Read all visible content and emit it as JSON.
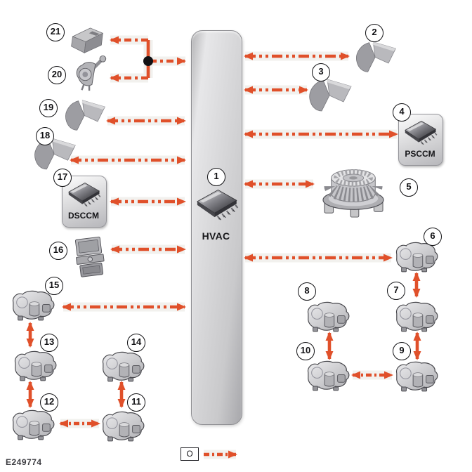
{
  "figure": {
    "code": "E249774"
  },
  "colors": {
    "arrow": "#e0502a",
    "bus_fill": "#d8d8da",
    "bus_border": "#8e8e92"
  },
  "bus": {
    "number": "1",
    "label": "HVAC",
    "icon": "microchip-icon"
  },
  "nodes": [
    {
      "number": "1",
      "label": "HVAC",
      "icon": "microchip-icon"
    },
    {
      "number": "2",
      "icon": "air-flap-icon"
    },
    {
      "number": "3",
      "icon": "air-flap-icon"
    },
    {
      "number": "4",
      "label": "PSCCM",
      "icon": "microchip-icon"
    },
    {
      "number": "5",
      "icon": "blower-motor-icon"
    },
    {
      "number": "6",
      "icon": "actuator-motor-icon"
    },
    {
      "number": "7",
      "icon": "actuator-motor-icon"
    },
    {
      "number": "8",
      "icon": "actuator-motor-icon"
    },
    {
      "number": "9",
      "icon": "actuator-motor-icon"
    },
    {
      "number": "10",
      "icon": "actuator-motor-icon"
    },
    {
      "number": "11",
      "icon": "actuator-motor-icon"
    },
    {
      "number": "12",
      "icon": "actuator-motor-icon"
    },
    {
      "number": "13",
      "icon": "actuator-motor-icon"
    },
    {
      "number": "14",
      "icon": "actuator-motor-icon"
    },
    {
      "number": "15",
      "icon": "actuator-motor-icon"
    },
    {
      "number": "16",
      "icon": "connector-module-icon"
    },
    {
      "number": "17",
      "label": "DSCCM",
      "icon": "microchip-icon"
    },
    {
      "number": "18",
      "icon": "air-flap-icon"
    },
    {
      "number": "19",
      "icon": "air-flap-icon"
    },
    {
      "number": "20",
      "icon": "control-lever-icon"
    },
    {
      "number": "21",
      "icon": "module-box-icon"
    }
  ],
  "legend": {
    "symbol": "O"
  }
}
